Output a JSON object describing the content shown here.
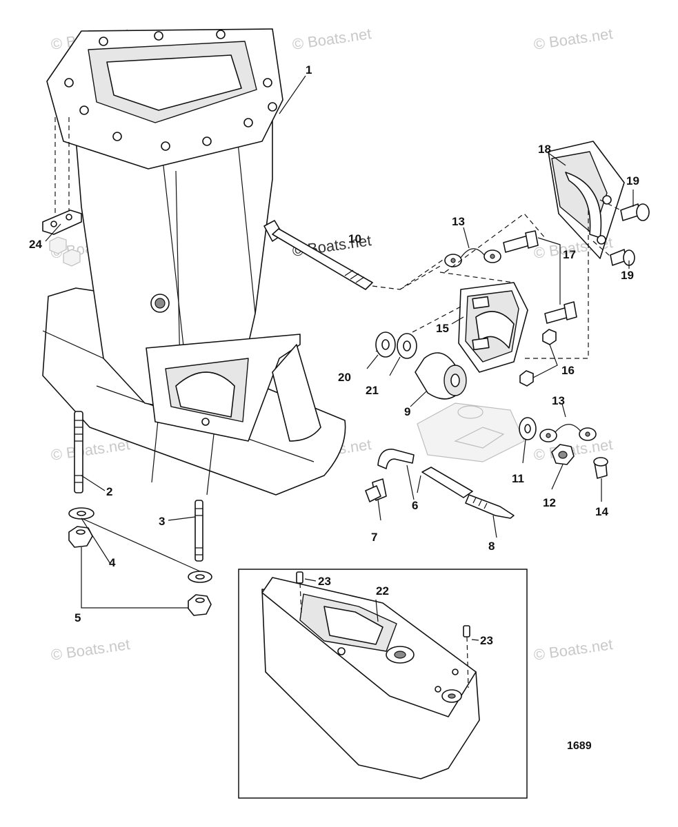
{
  "diagram": {
    "reference_number": "1689",
    "watermark_text": "© Boats.net",
    "callouts": [
      {
        "id": "c1",
        "label": "1"
      },
      {
        "id": "c2",
        "label": "2"
      },
      {
        "id": "c3",
        "label": "3"
      },
      {
        "id": "c4",
        "label": "4"
      },
      {
        "id": "c5",
        "label": "5"
      },
      {
        "id": "c6",
        "label": "6"
      },
      {
        "id": "c7",
        "label": "7"
      },
      {
        "id": "c8",
        "label": "8"
      },
      {
        "id": "c9",
        "label": "9"
      },
      {
        "id": "c10",
        "label": "10"
      },
      {
        "id": "c11",
        "label": "11"
      },
      {
        "id": "c12",
        "label": "12"
      },
      {
        "id": "c13a",
        "label": "13"
      },
      {
        "id": "c13b",
        "label": "13"
      },
      {
        "id": "c14",
        "label": "14"
      },
      {
        "id": "c15",
        "label": "15"
      },
      {
        "id": "c16",
        "label": "16"
      },
      {
        "id": "c17",
        "label": "17"
      },
      {
        "id": "c18",
        "label": "18"
      },
      {
        "id": "c19a",
        "label": "19"
      },
      {
        "id": "c19b",
        "label": "19"
      },
      {
        "id": "c20",
        "label": "20"
      },
      {
        "id": "c21",
        "label": "21"
      },
      {
        "id": "c22",
        "label": "22"
      },
      {
        "id": "c23a",
        "label": "23"
      },
      {
        "id": "c23b",
        "label": "23"
      },
      {
        "id": "c24",
        "label": "24"
      }
    ]
  }
}
